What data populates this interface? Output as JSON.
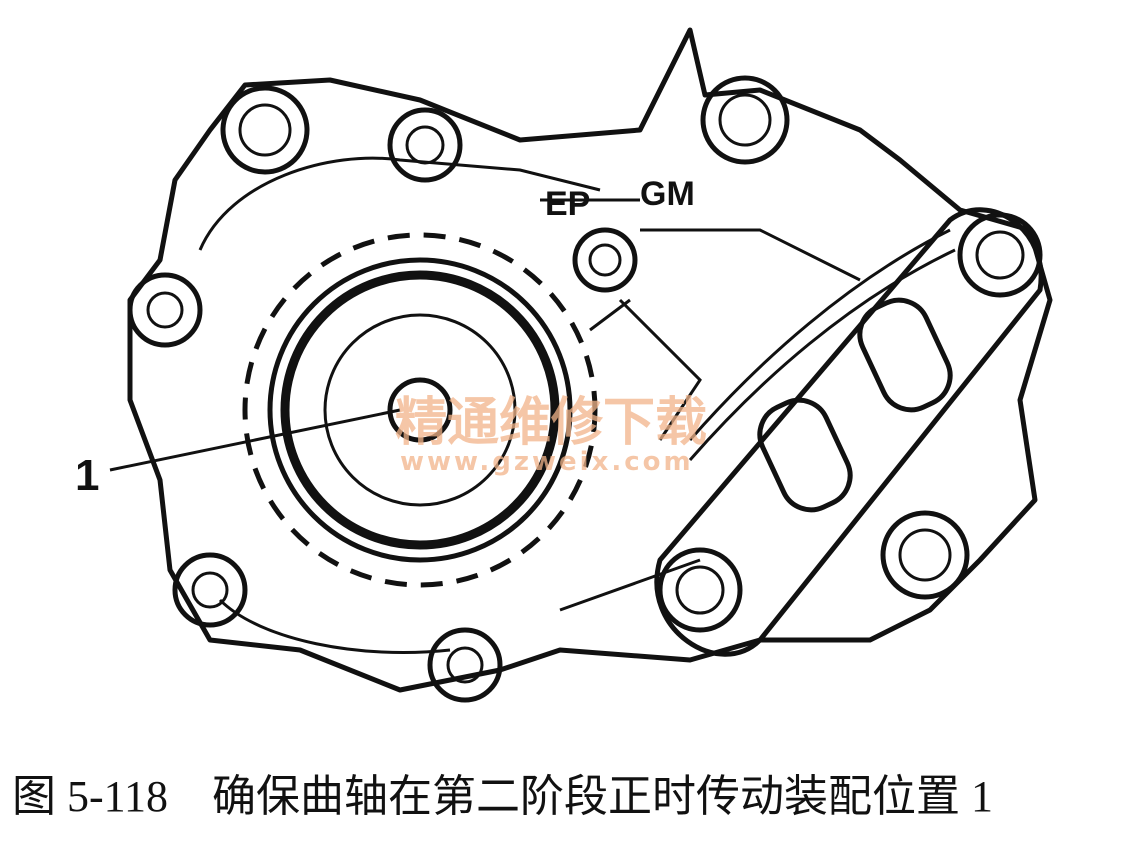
{
  "figure": {
    "callout_label": "1",
    "part_marks": [
      "EP",
      "GM"
    ],
    "watermark_cn": "精通维修下载",
    "watermark_url": "www.gzweix.com",
    "caption": "图 5-118　确保曲轴在第二阶段正时传动装配位置 1",
    "colors": {
      "line": "#111111",
      "watermark": "#f2b48a",
      "background": "#ffffff"
    }
  }
}
